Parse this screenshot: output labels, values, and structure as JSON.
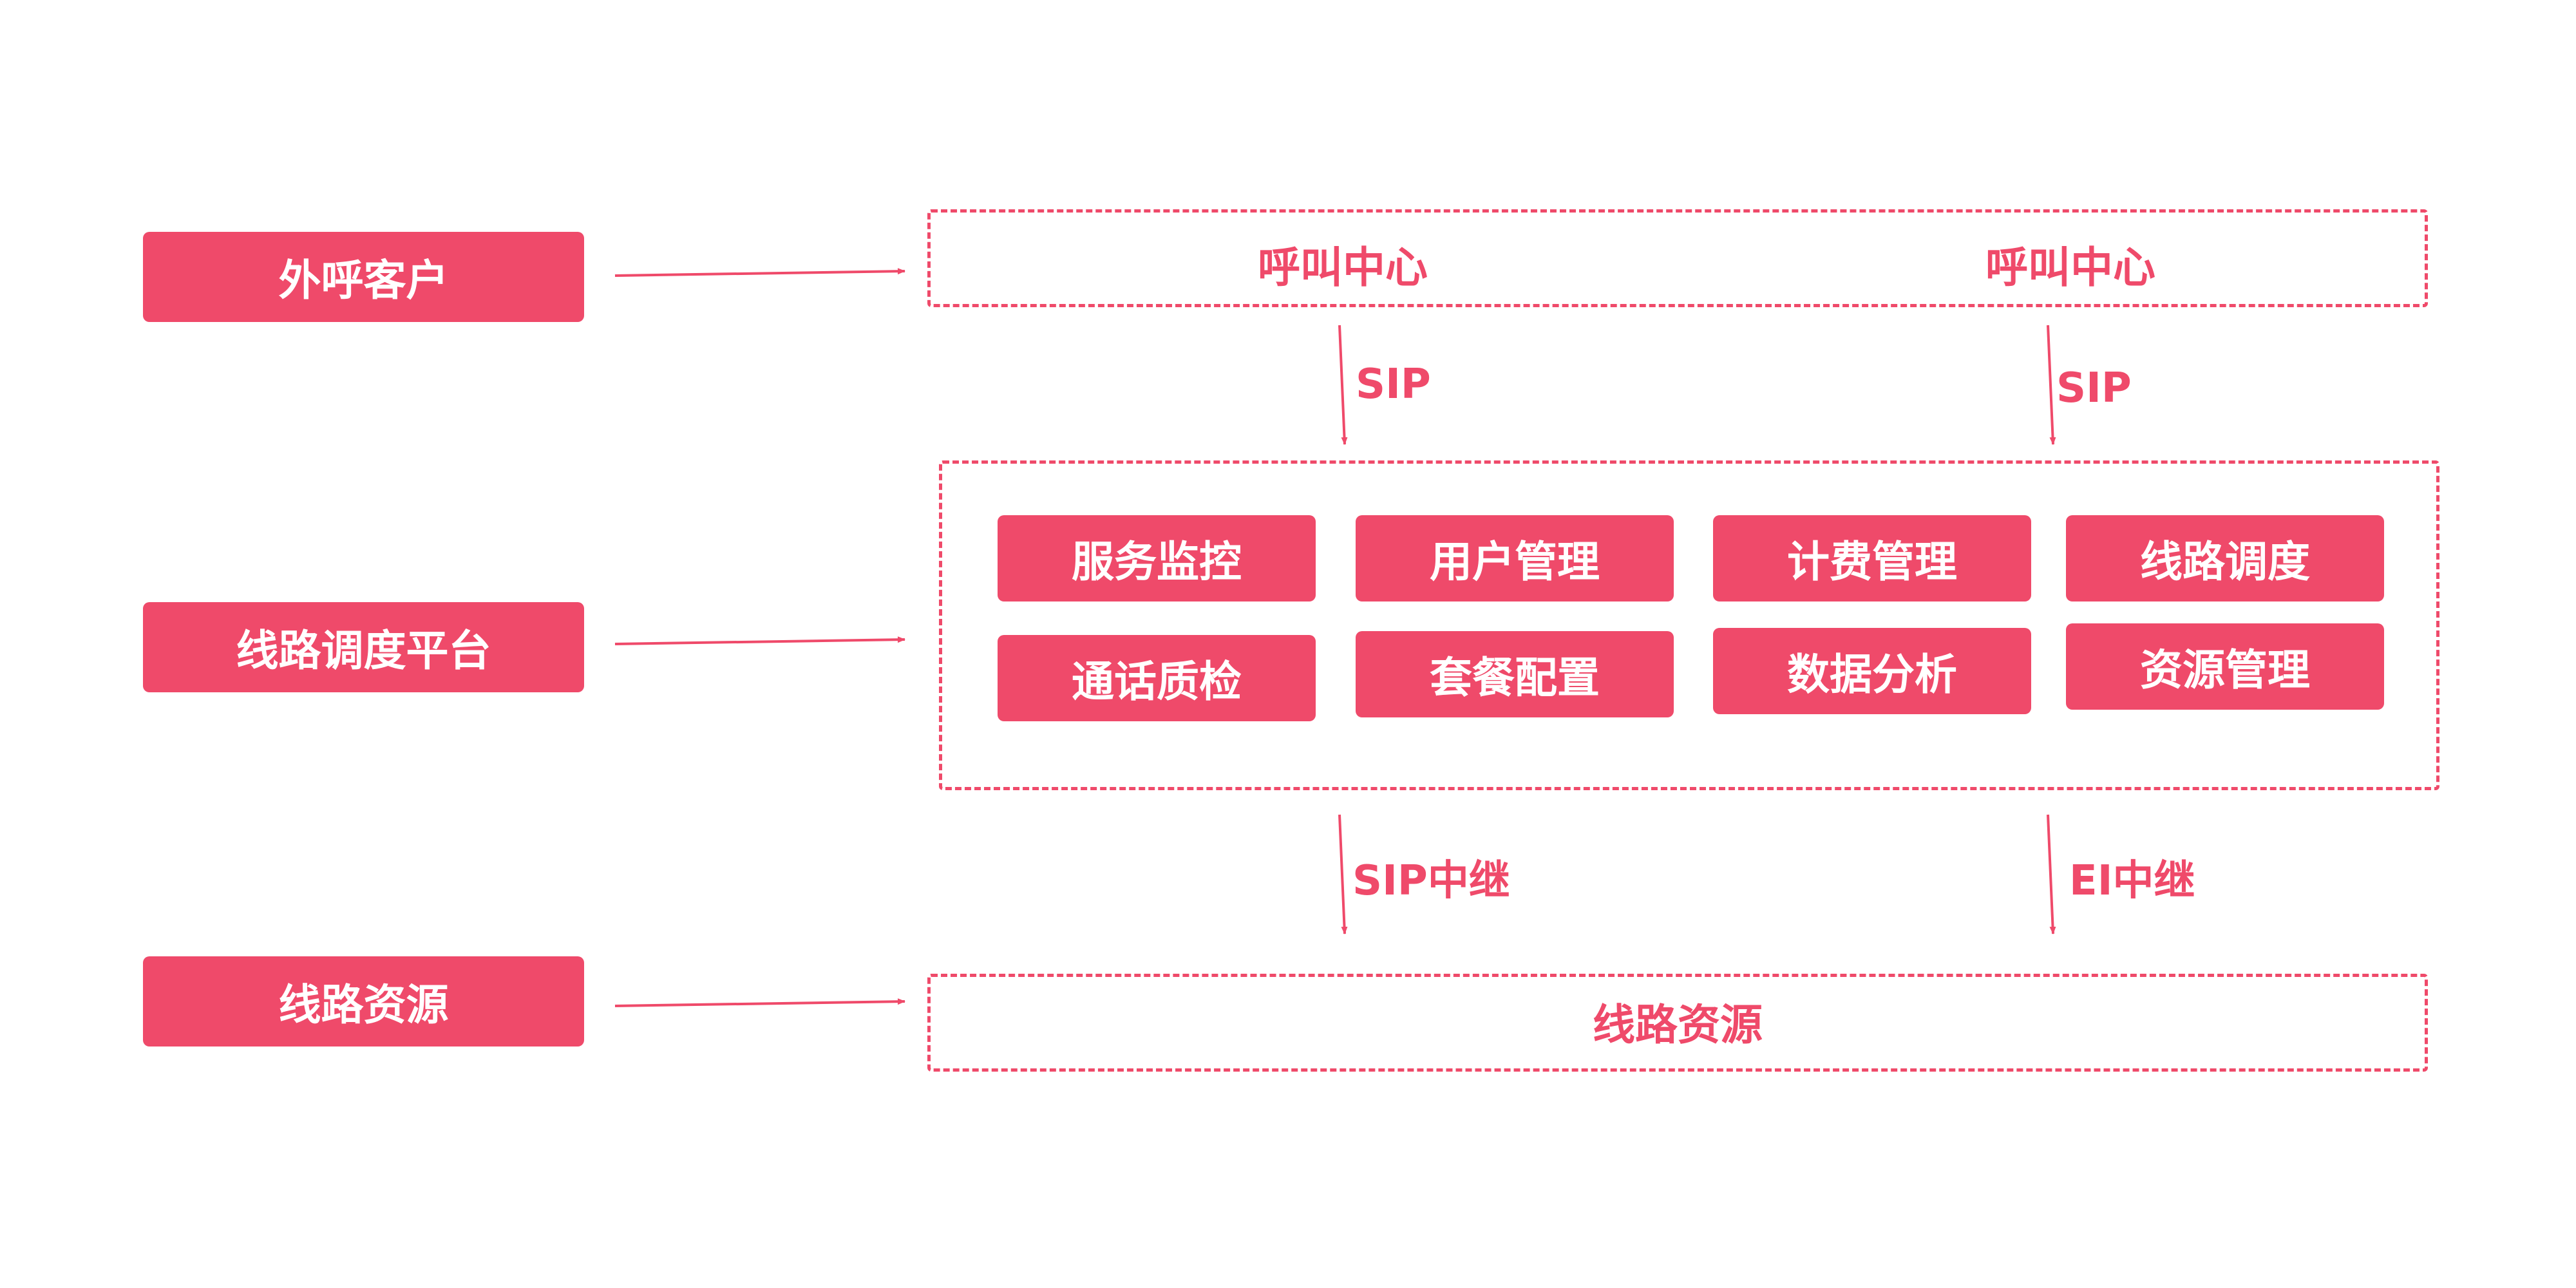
{
  "left_labels": {
    "callers": "外呼客户",
    "platform": "线路调度平台",
    "resources": "线路资源"
  },
  "call_center": {
    "left": "呼叫中心",
    "right": "呼叫中心"
  },
  "upper_links": {
    "left": "SIP",
    "right": "SIP"
  },
  "modules": {
    "row1": [
      "服务监控",
      "用户管理",
      "计费管理",
      "线路调度"
    ],
    "row2": [
      "通话质检",
      "套餐配置",
      "数据分析",
      "资源管理"
    ]
  },
  "lower_links": {
    "left": "SIP中继",
    "right": "EI中继"
  },
  "line_resource": "线路资源",
  "colors": {
    "accent": "#ef4a6a",
    "text_on_accent": "#ffffff",
    "background": "#ffffff"
  }
}
